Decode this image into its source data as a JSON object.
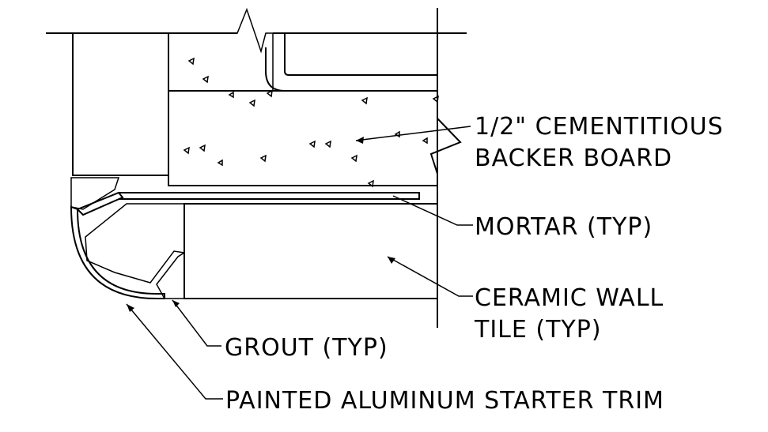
{
  "labels": {
    "backer_line1": "1/2\" CEMENTITIOUS",
    "backer_line2": "BACKER BOARD",
    "mortar": "MORTAR (TYP)",
    "tile_line1": "CERAMIC WALL",
    "tile_line2": "TILE (TYP)",
    "grout": "GROUT (TYP)",
    "trim": "PAINTED ALUMINUM STARTER TRIM"
  }
}
